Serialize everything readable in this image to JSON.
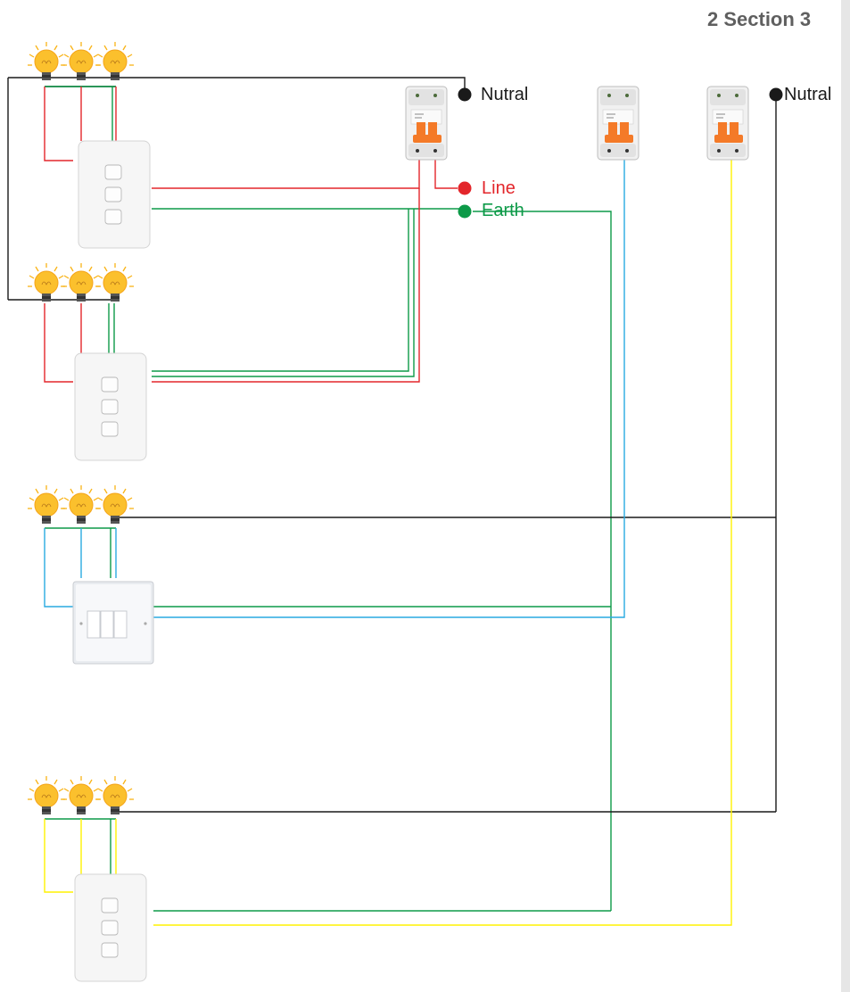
{
  "title": "2 Section 3",
  "labels": {
    "neutral_1": "Nutral",
    "neutral_2": "Nutral",
    "line": "Line",
    "earth": "Earth"
  },
  "colors": {
    "neutral": "#1a1a1a",
    "line": "#e3262b",
    "earth": "#0d9a48",
    "circuit_2": "#29aae1",
    "circuit_3": "#fff200",
    "breaker_toggle": "#f47a28",
    "bulb": "#fbc02d"
  },
  "icons": {
    "bulb": "light-bulb-icon",
    "breaker": "circuit-breaker-icon",
    "switch_vertical": "triple-rocker-switch-icon",
    "switch_square": "triple-gang-switch-icon",
    "terminal": "terminal-dot-icon"
  }
}
